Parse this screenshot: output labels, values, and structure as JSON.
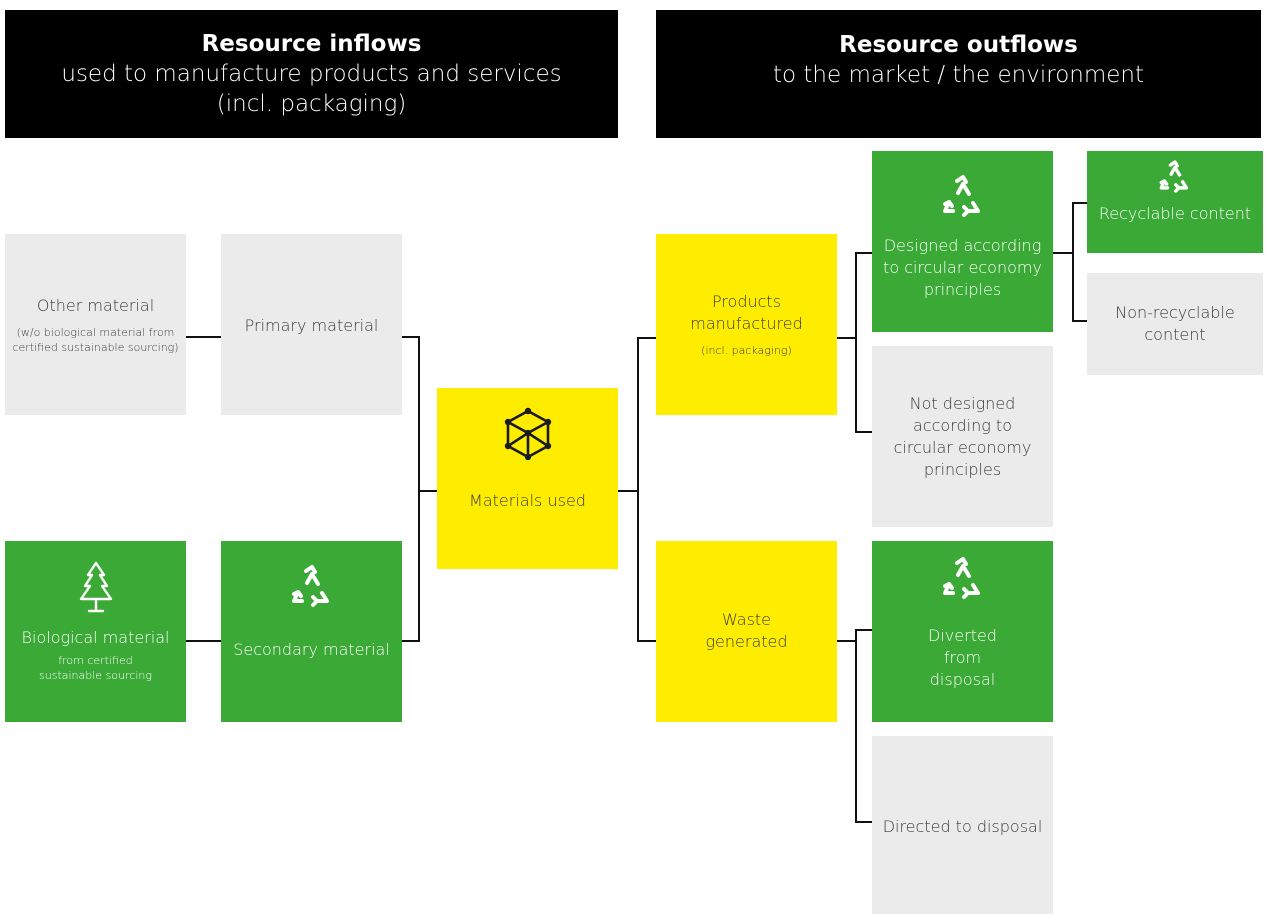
{
  "header_inflows": {
    "title": "Resource inflows",
    "line1": "used to manufacture products and services",
    "line2": "(incl. packaging)"
  },
  "header_outflows": {
    "title": "Resource outflows",
    "line1": "to the market / the environment"
  },
  "boxes": {
    "other_material": {
      "label": "Other material",
      "note": "(w/o biological material from certified sustainable sourcing)"
    },
    "primary_material": {
      "label": "Primary material"
    },
    "biological_material": {
      "label": "Biological material",
      "note": "from certified sustainable sourcing",
      "icon": "tree-icon"
    },
    "secondary_material": {
      "label": "Secondary material",
      "icon": "recycle-icon"
    },
    "materials_used": {
      "label": "Materials used",
      "icon": "molecule-cube-icon"
    },
    "products_manufactured": {
      "label": "Products manufactured",
      "note": "(incl. packaging)"
    },
    "waste_generated": {
      "label": "Waste generated"
    },
    "designed_circular": {
      "label": "Designed according to circular economy principles",
      "icon": "recycle-icon"
    },
    "not_designed_circular": {
      "label": "Not designed according to circular economy principles"
    },
    "recyclable_content": {
      "label": "Recyclable content",
      "icon": "recycle-icon"
    },
    "non_recyclable_content": {
      "label": "Non-recyclable content"
    },
    "diverted_from_disposal": {
      "label": "Diverted from disposal",
      "icon": "recycle-icon"
    },
    "directed_to_disposal": {
      "label": "Directed to disposal"
    }
  },
  "colors": {
    "header": "#000000",
    "grey_box": "#ebebeb",
    "green_box": "#3aa935",
    "yellow_box": "#ffed00",
    "connector": "#111111"
  }
}
